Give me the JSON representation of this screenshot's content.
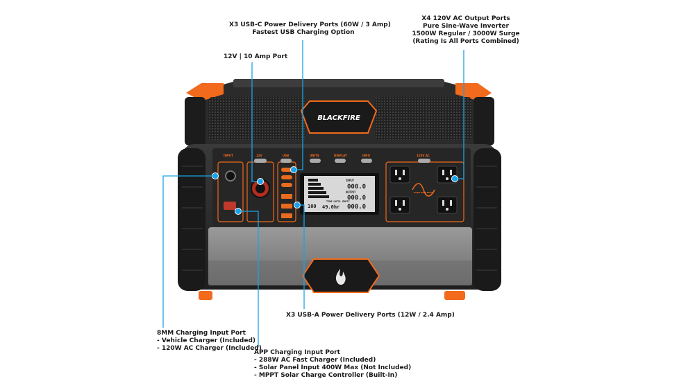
{
  "product": {
    "brand": "BLACKFIRE",
    "panel_labels": {
      "input": "INPUT",
      "dc12v": "12V",
      "usb": "USB",
      "units": "UNITS",
      "display": "DISPLAY",
      "info": "INFO",
      "ac120v": "120V AC",
      "sine": "PURE SINE WAVE"
    },
    "lcd": {
      "input_label": "INPUT",
      "output_label": "OUTPUT",
      "input_value": "000.0",
      "output_value": "000.0",
      "bottom_value": "000.0",
      "time_label": "TIME UNTIL EMPTY",
      "battery_pct": "100",
      "time_value": "49.0hr"
    }
  },
  "callouts": {
    "usbc": {
      "lines": [
        "X3 USB-C Power Delivery Ports (60W / 3 Amp)",
        "Fastest USB Charging Option"
      ]
    },
    "dc12v": {
      "lines": [
        "12V | 10 Amp Port"
      ]
    },
    "ac": {
      "lines": [
        "X4 120V AC Output Ports",
        "Pure Sine-Wave Inverter",
        "1500W Regular / 3000W Surge",
        "(Rating Is All Ports Combined)"
      ]
    },
    "usba": {
      "lines": [
        "X3 USB-A Power Delivery Ports (12W / 2.4 Amp)"
      ]
    },
    "mm8": {
      "lines": [
        "8MM Charging Input Port",
        "- Vehicle Charger (Included)",
        "- 120W AC Charger (Included)"
      ]
    },
    "app": {
      "lines": [
        "APP Charging Input Port",
        "- 288W AC Fast Charger (Included)",
        "- Solar Panel Input 400W Max (Not Included)",
        "- MPPT Solar Charge Controller (Built-In)"
      ]
    }
  },
  "colors": {
    "accent_orange": "#f26a1b",
    "callout_blue": "#1aa3e8",
    "body_dark": "#2a2a2a",
    "panel_gray": "#8a8a8a",
    "lcd_bg": "#d8d8d8"
  }
}
